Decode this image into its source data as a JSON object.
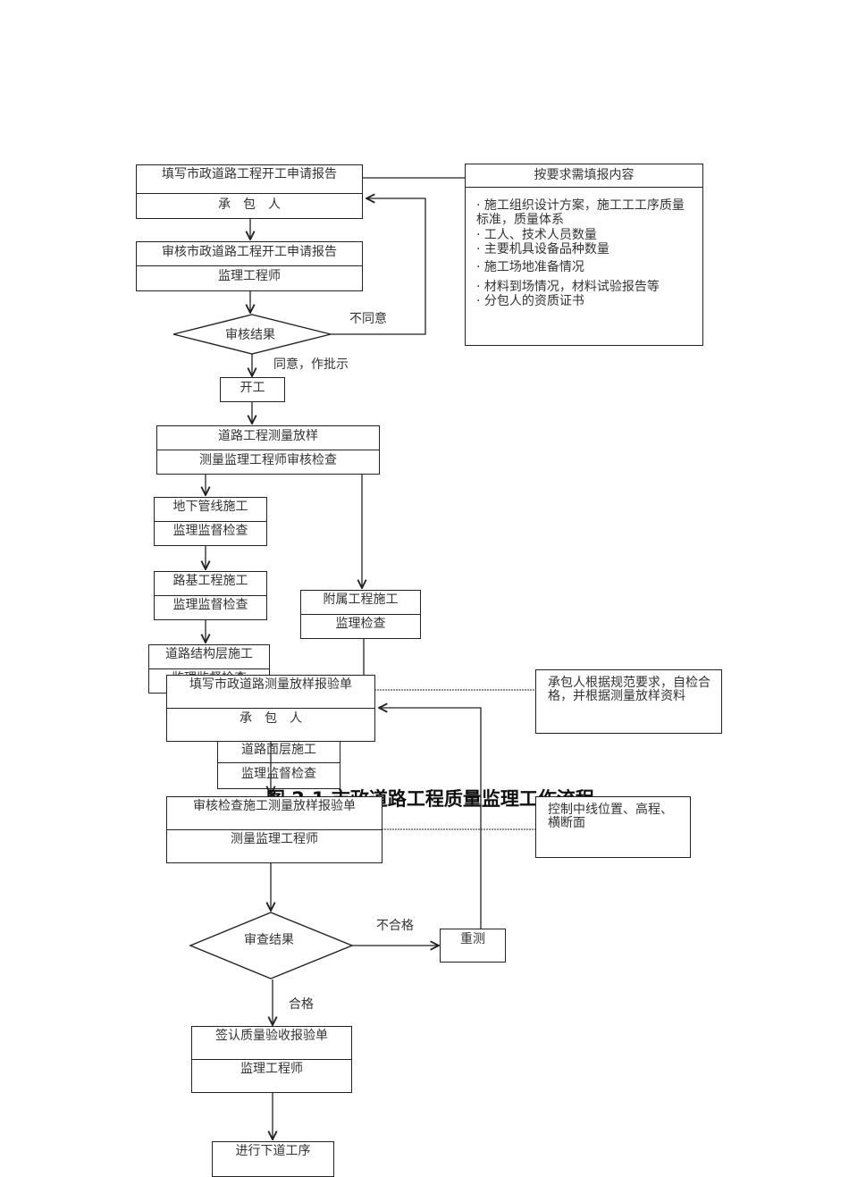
{
  "caption": "图 2.1 市政道路工程质量监理工作流程",
  "nodes": {
    "fill_application": {
      "title": "填写市政道路工程开工申请报告",
      "role": "承　包　人"
    },
    "review_application": {
      "title": "审核市政道路工程开工申请报告",
      "role": "监理工程师"
    },
    "review_result": {
      "title": "审核结果"
    },
    "start_work": {
      "title": "开工"
    },
    "survey_layout": {
      "title": "道路工程测量放样",
      "role": "测量监理工程师审核检查"
    },
    "underground_pipeline": {
      "title": "地下管线施工",
      "role": "监理监督检查"
    },
    "subgrade": {
      "title": "路基工程施工",
      "role": "监理监督检查"
    },
    "structural_layer": {
      "title": "道路结构层施工",
      "role": "监理监督检查"
    },
    "ancillary": {
      "title": "附属工程施工",
      "role": "监理检查"
    },
    "surface_layer": {
      "title": "道路面层施工",
      "role": "监理监督检查"
    },
    "fill_survey_form": {
      "title": "填写市政道路测量放样报验单",
      "role": "承　包　人"
    },
    "review_survey_form": {
      "title": "审核检查施工测量放样报验单",
      "role": "测量监理工程师"
    },
    "check_result": {
      "title": "审查结果"
    },
    "resurvey": {
      "title": "重测"
    },
    "sign_acceptance": {
      "title": "签认质量验收报验单",
      "role": "监理工程师"
    },
    "next_process": {
      "title": "进行下道工序"
    }
  },
  "requirements_box": {
    "title": "按要求需填报内容",
    "items": [
      "· 施工组织设计方案，施工工工序质量标准，质量体系",
      "· 工人、技术人员数量",
      "· 主要机具设备品种数量",
      "· 施工场地准备情况",
      "· 材料到场情况，材料试验报告等",
      "· 分包人的资质证书"
    ]
  },
  "notes": {
    "contractor_note": "承包人根据规范要求，自检合格，并根据测量放样资料",
    "control_note": "控制中线位置、高程、横断面"
  },
  "edge_labels": {
    "disagree": "不同意",
    "agree": "同意，作批示",
    "fail": "不合格",
    "pass": "合格"
  }
}
